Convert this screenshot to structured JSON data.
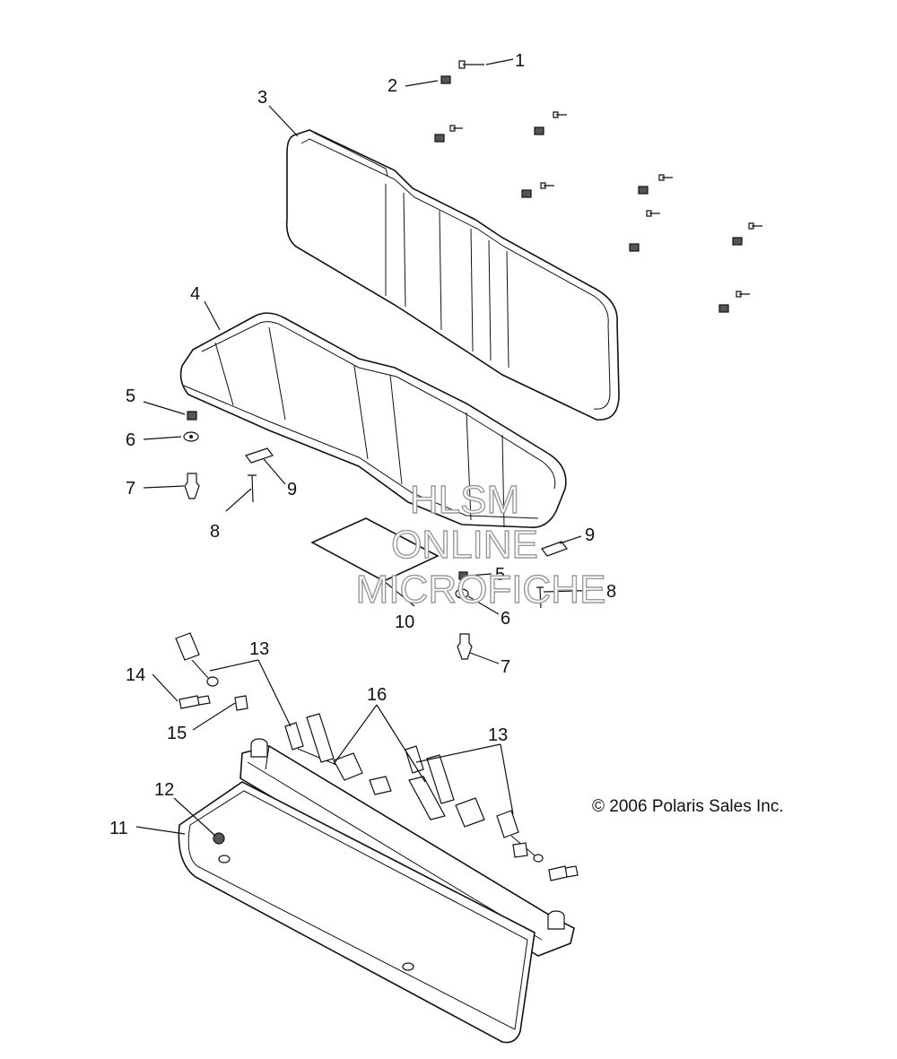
{
  "callouts": [
    "1",
    "2",
    "3",
    "4",
    "5",
    "6",
    "7",
    "8",
    "9",
    "9",
    "10",
    "5",
    "6",
    "8",
    "7",
    "13",
    "14",
    "15",
    "16",
    "13",
    "12",
    "11"
  ],
  "watermark": {
    "line1": "HLSM",
    "line2": "ONLINE",
    "line3": "MICROFICHE"
  },
  "copyright": "© 2006 Polaris Sales Inc."
}
